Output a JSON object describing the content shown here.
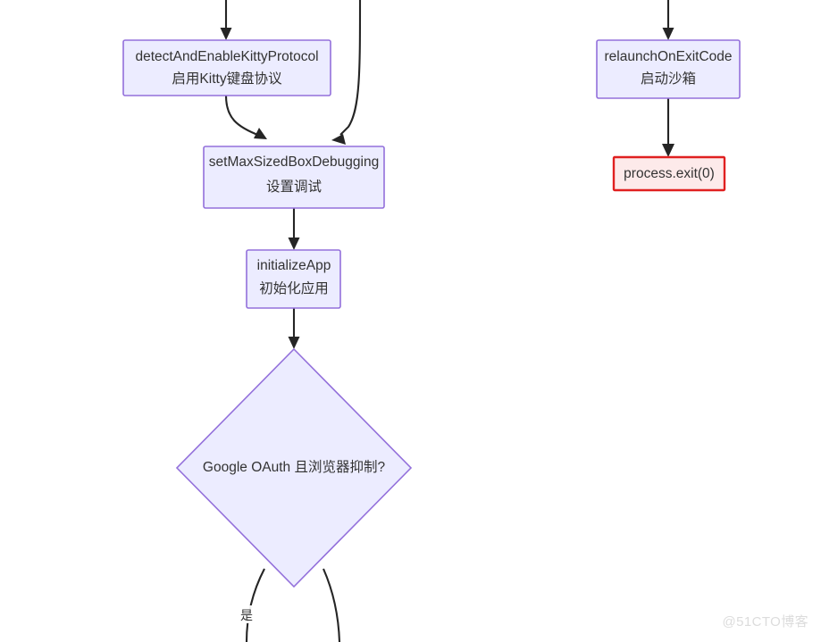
{
  "diagram": {
    "type": "flowchart",
    "direction": "top-down",
    "background": "#ffffff",
    "palette": {
      "node_fill": "#ECECFF",
      "node_stroke": "#9370DB",
      "danger_fill": "#FDEAEA",
      "danger_stroke": "#E02020",
      "edge_stroke": "#252525",
      "text": "#333333",
      "watermark": "#dcdcdc"
    },
    "nodes": [
      {
        "id": "detect",
        "shape": "rect",
        "style": "process",
        "line1": "detectAndEnableKittyProtocol",
        "line2": "启用Kitty键盘协议"
      },
      {
        "id": "setmax",
        "shape": "rect",
        "style": "process",
        "line1": "setMaxSizedBoxDebugging",
        "line2": "设置调试"
      },
      {
        "id": "initapp",
        "shape": "rect",
        "style": "process",
        "line1": "initializeApp",
        "line2": "初始化应用"
      },
      {
        "id": "relaunch",
        "shape": "rect",
        "style": "process",
        "line1": "relaunchOnExitCode",
        "line2": "启动沙箱"
      },
      {
        "id": "exit",
        "shape": "rect",
        "style": "danger",
        "line1": "process.exit(0)",
        "line2": ""
      },
      {
        "id": "oauth",
        "shape": "diamond",
        "style": "decision",
        "line1": "Google OAuth 且浏览器抑制?",
        "line2": ""
      }
    ],
    "edges": [
      {
        "id": "e-top-detect",
        "from": "(offscreen-top)",
        "to": "detect",
        "label": ""
      },
      {
        "id": "e-detect-setmax",
        "from": "detect",
        "to": "setmax",
        "label": ""
      },
      {
        "id": "e-top-setmax",
        "from": "(offscreen-top)",
        "to": "setmax",
        "label": ""
      },
      {
        "id": "e-setmax-initapp",
        "from": "setmax",
        "to": "initapp",
        "label": ""
      },
      {
        "id": "e-initapp-oauth",
        "from": "initapp",
        "to": "oauth",
        "label": ""
      },
      {
        "id": "e-top-relaunch",
        "from": "(offscreen-top)",
        "to": "relaunch",
        "label": ""
      },
      {
        "id": "e-relaunch-exit",
        "from": "relaunch",
        "to": "exit",
        "label": ""
      },
      {
        "id": "e-oauth-yes",
        "from": "oauth",
        "to": "(offscreen-bottom-left)",
        "label": "是"
      },
      {
        "id": "e-oauth-other",
        "from": "oauth",
        "to": "(offscreen-bottom-right)",
        "label": ""
      }
    ]
  },
  "watermark": {
    "text": "@51CTO博客"
  }
}
